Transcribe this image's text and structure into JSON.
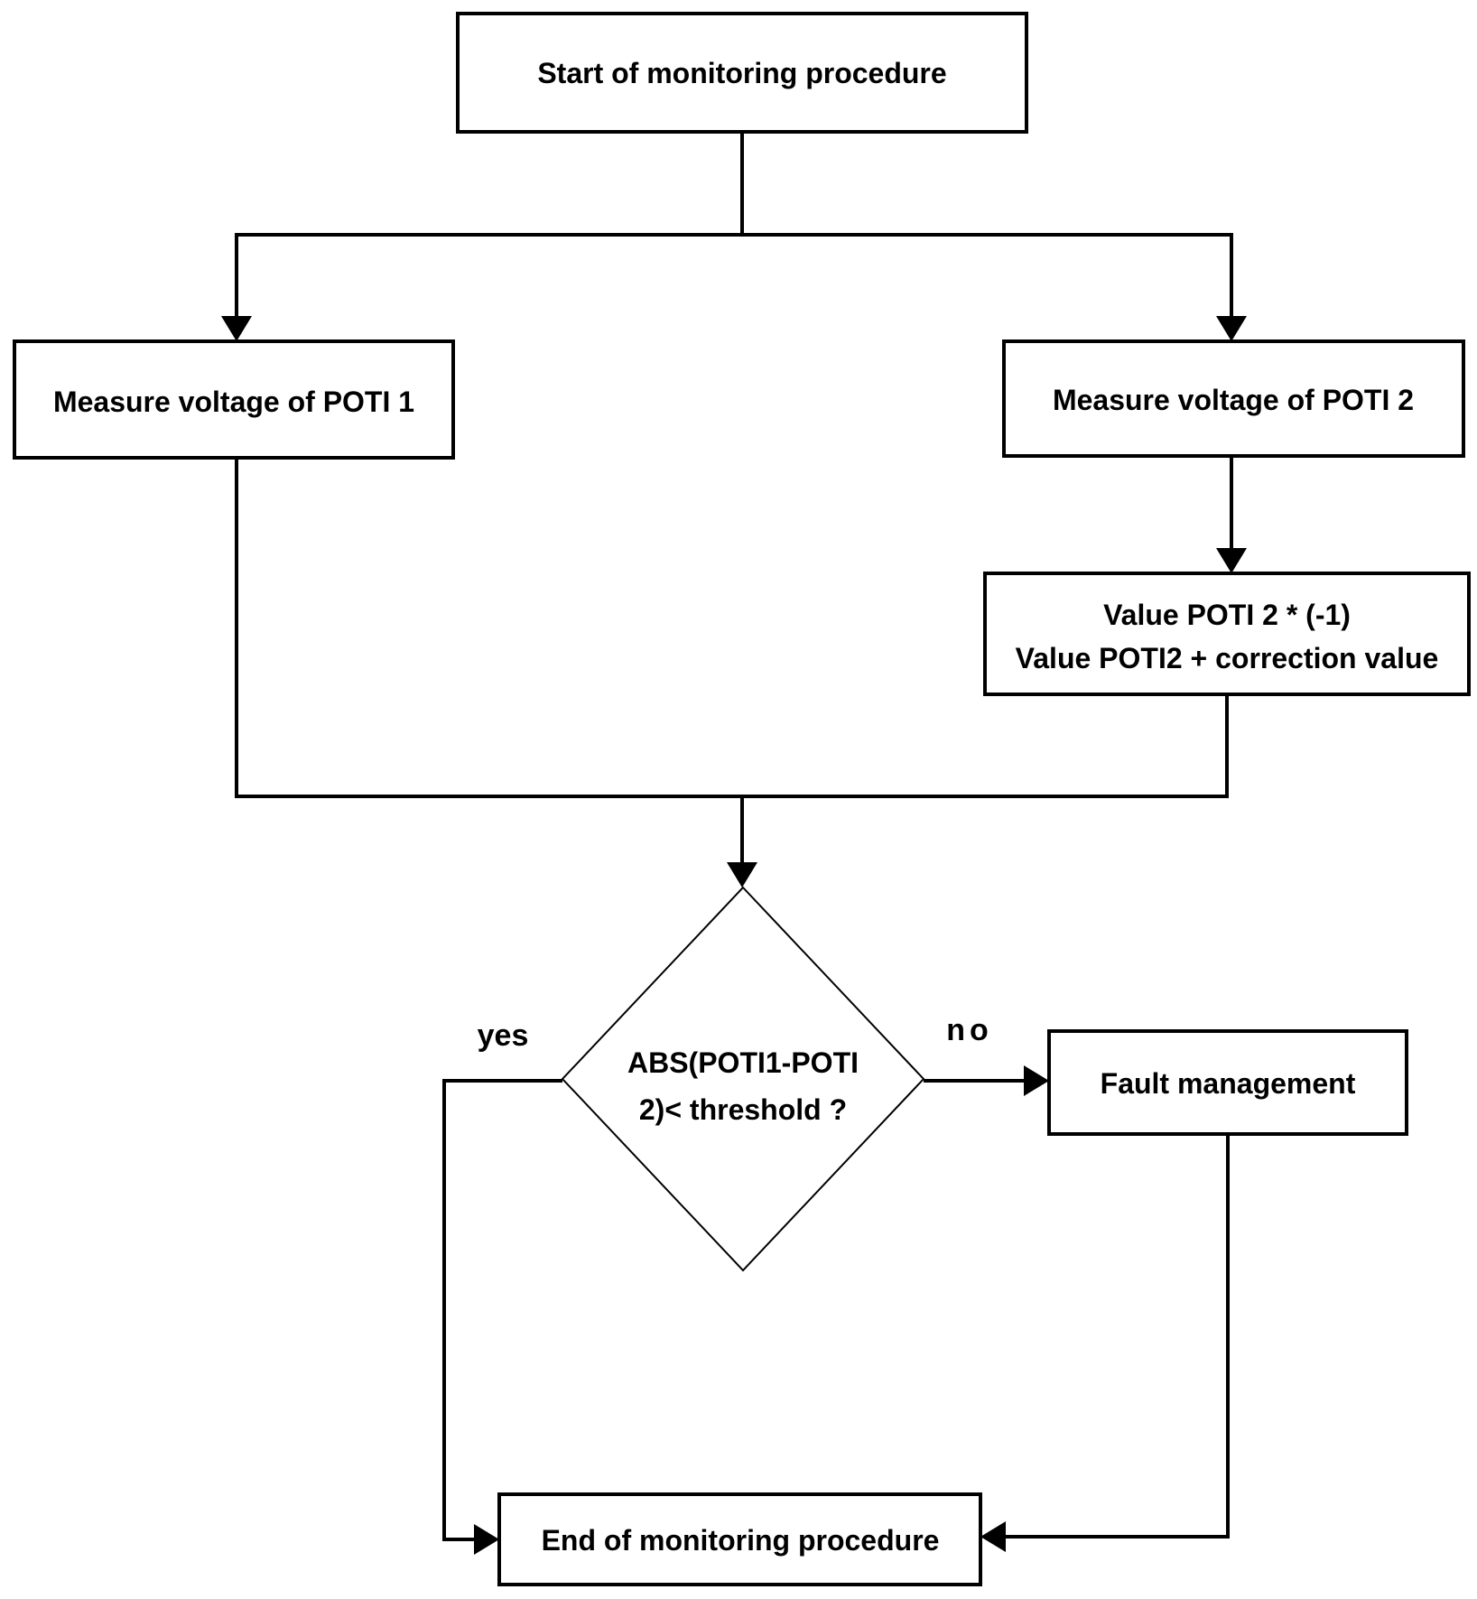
{
  "figure": {
    "type": "flowchart",
    "background_color": "#ffffff",
    "stroke_color": "#000000",
    "nodes": {
      "start": {
        "shape": "rect",
        "label": "Start of monitoring procedure"
      },
      "measure_poti1": {
        "shape": "rect",
        "label": "Measure voltage of POTI 1"
      },
      "measure_poti2": {
        "shape": "rect",
        "label": "Measure voltage of POTI 2"
      },
      "value_correction": {
        "shape": "rect",
        "line1": "Value POTI 2 * (-1)",
        "line2": "Value POTI2 + correction value"
      },
      "decision": {
        "shape": "diamond",
        "line1": "ABS(POTI1-POTI",
        "line2": "2)< threshold ?"
      },
      "fault": {
        "shape": "rect",
        "label": "Fault management"
      },
      "end": {
        "shape": "rect",
        "label": "End of monitoring procedure"
      }
    },
    "edge_labels": {
      "yes": "yes",
      "no": "no"
    },
    "edges": [
      {
        "from": "start",
        "to": "measure_poti1",
        "label": ""
      },
      {
        "from": "start",
        "to": "measure_poti2",
        "label": ""
      },
      {
        "from": "measure_poti2",
        "to": "value_correction",
        "label": ""
      },
      {
        "from": "measure_poti1",
        "to": "decision",
        "label": ""
      },
      {
        "from": "value_correction",
        "to": "decision",
        "label": ""
      },
      {
        "from": "decision",
        "to": "end",
        "label": "yes"
      },
      {
        "from": "decision",
        "to": "fault",
        "label": "no"
      },
      {
        "from": "fault",
        "to": "end",
        "label": ""
      }
    ]
  }
}
